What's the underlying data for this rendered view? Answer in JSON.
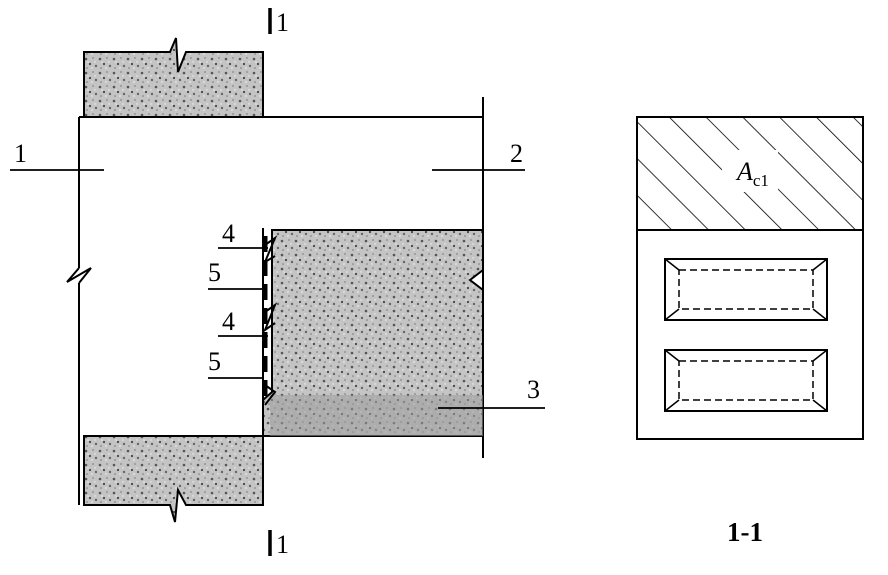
{
  "elevation": {
    "callouts": [
      {
        "id": "callout-1",
        "text": "1"
      },
      {
        "id": "callout-2",
        "text": "2"
      },
      {
        "id": "callout-3",
        "text": "3"
      },
      {
        "id": "callout-4a",
        "text": "4"
      },
      {
        "id": "callout-4b",
        "text": "4"
      },
      {
        "id": "callout-5a",
        "text": "5"
      },
      {
        "id": "callout-5b",
        "text": "5"
      }
    ],
    "section_mark_top": "1",
    "section_mark_bottom": "1"
  },
  "section": {
    "area_label": "A",
    "area_subscript": "c1",
    "caption": "1-1"
  }
}
